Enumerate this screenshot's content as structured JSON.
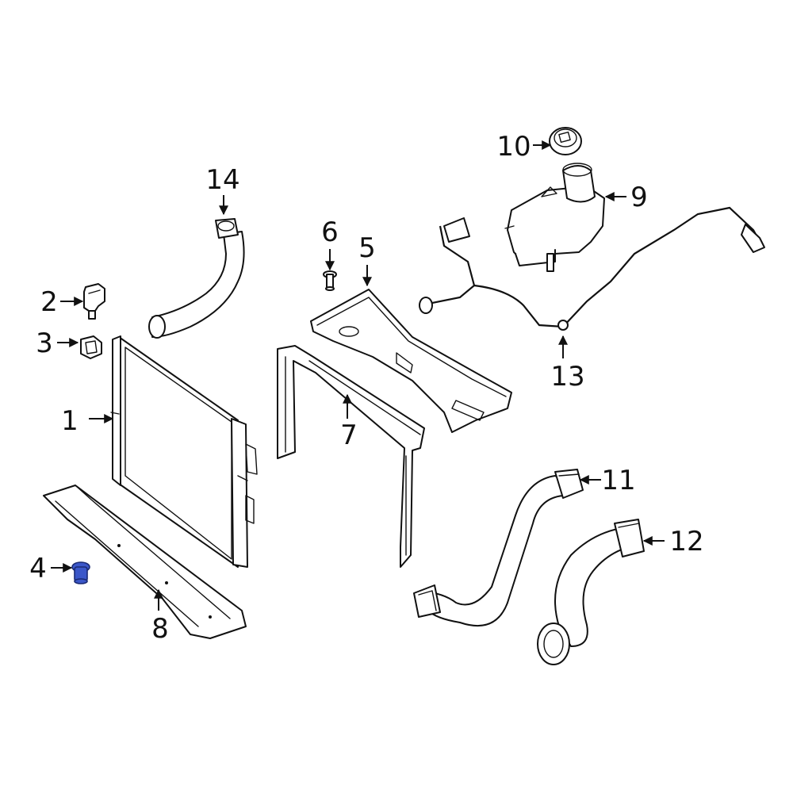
{
  "diagram": {
    "highlight_color": "#3b57c9",
    "callouts": [
      {
        "id": "1",
        "label": "1"
      },
      {
        "id": "2",
        "label": "2"
      },
      {
        "id": "3",
        "label": "3"
      },
      {
        "id": "4",
        "label": "4",
        "highlighted": true
      },
      {
        "id": "5",
        "label": "5"
      },
      {
        "id": "6",
        "label": "6"
      },
      {
        "id": "7",
        "label": "7"
      },
      {
        "id": "8",
        "label": "8"
      },
      {
        "id": "9",
        "label": "9"
      },
      {
        "id": "10",
        "label": "10"
      },
      {
        "id": "11",
        "label": "11"
      },
      {
        "id": "12",
        "label": "12"
      },
      {
        "id": "13",
        "label": "13"
      },
      {
        "id": "14",
        "label": "14"
      }
    ]
  }
}
